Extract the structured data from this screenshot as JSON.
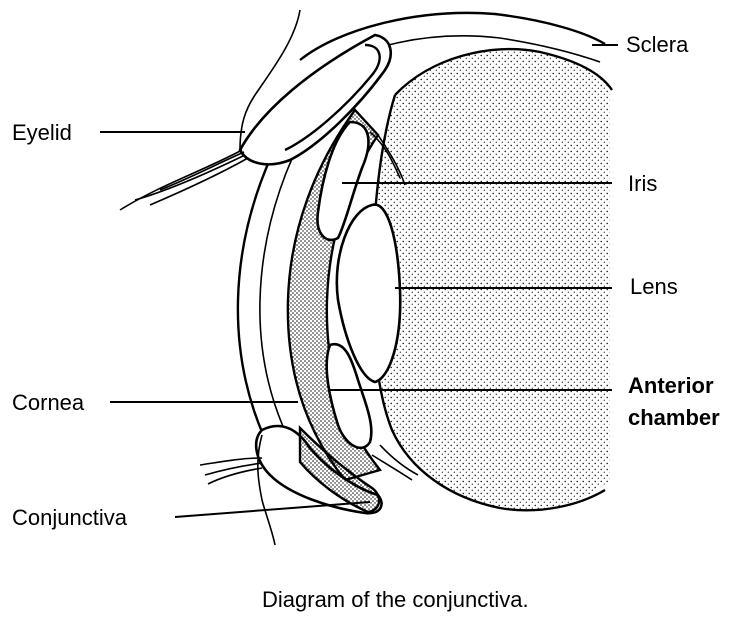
{
  "caption": "Diagram of the conjunctiva.",
  "labels": {
    "sclera": "Sclera",
    "eyelid": "Eyelid",
    "iris": "Iris",
    "lens": "Lens",
    "anterior_chamber_line1": "Anterior",
    "anterior_chamber_line2": "chamber",
    "cornea": "Cornea",
    "conjunctiva": "Conjunctiva"
  },
  "colors": {
    "ink": "#000000",
    "background": "#ffffff"
  }
}
